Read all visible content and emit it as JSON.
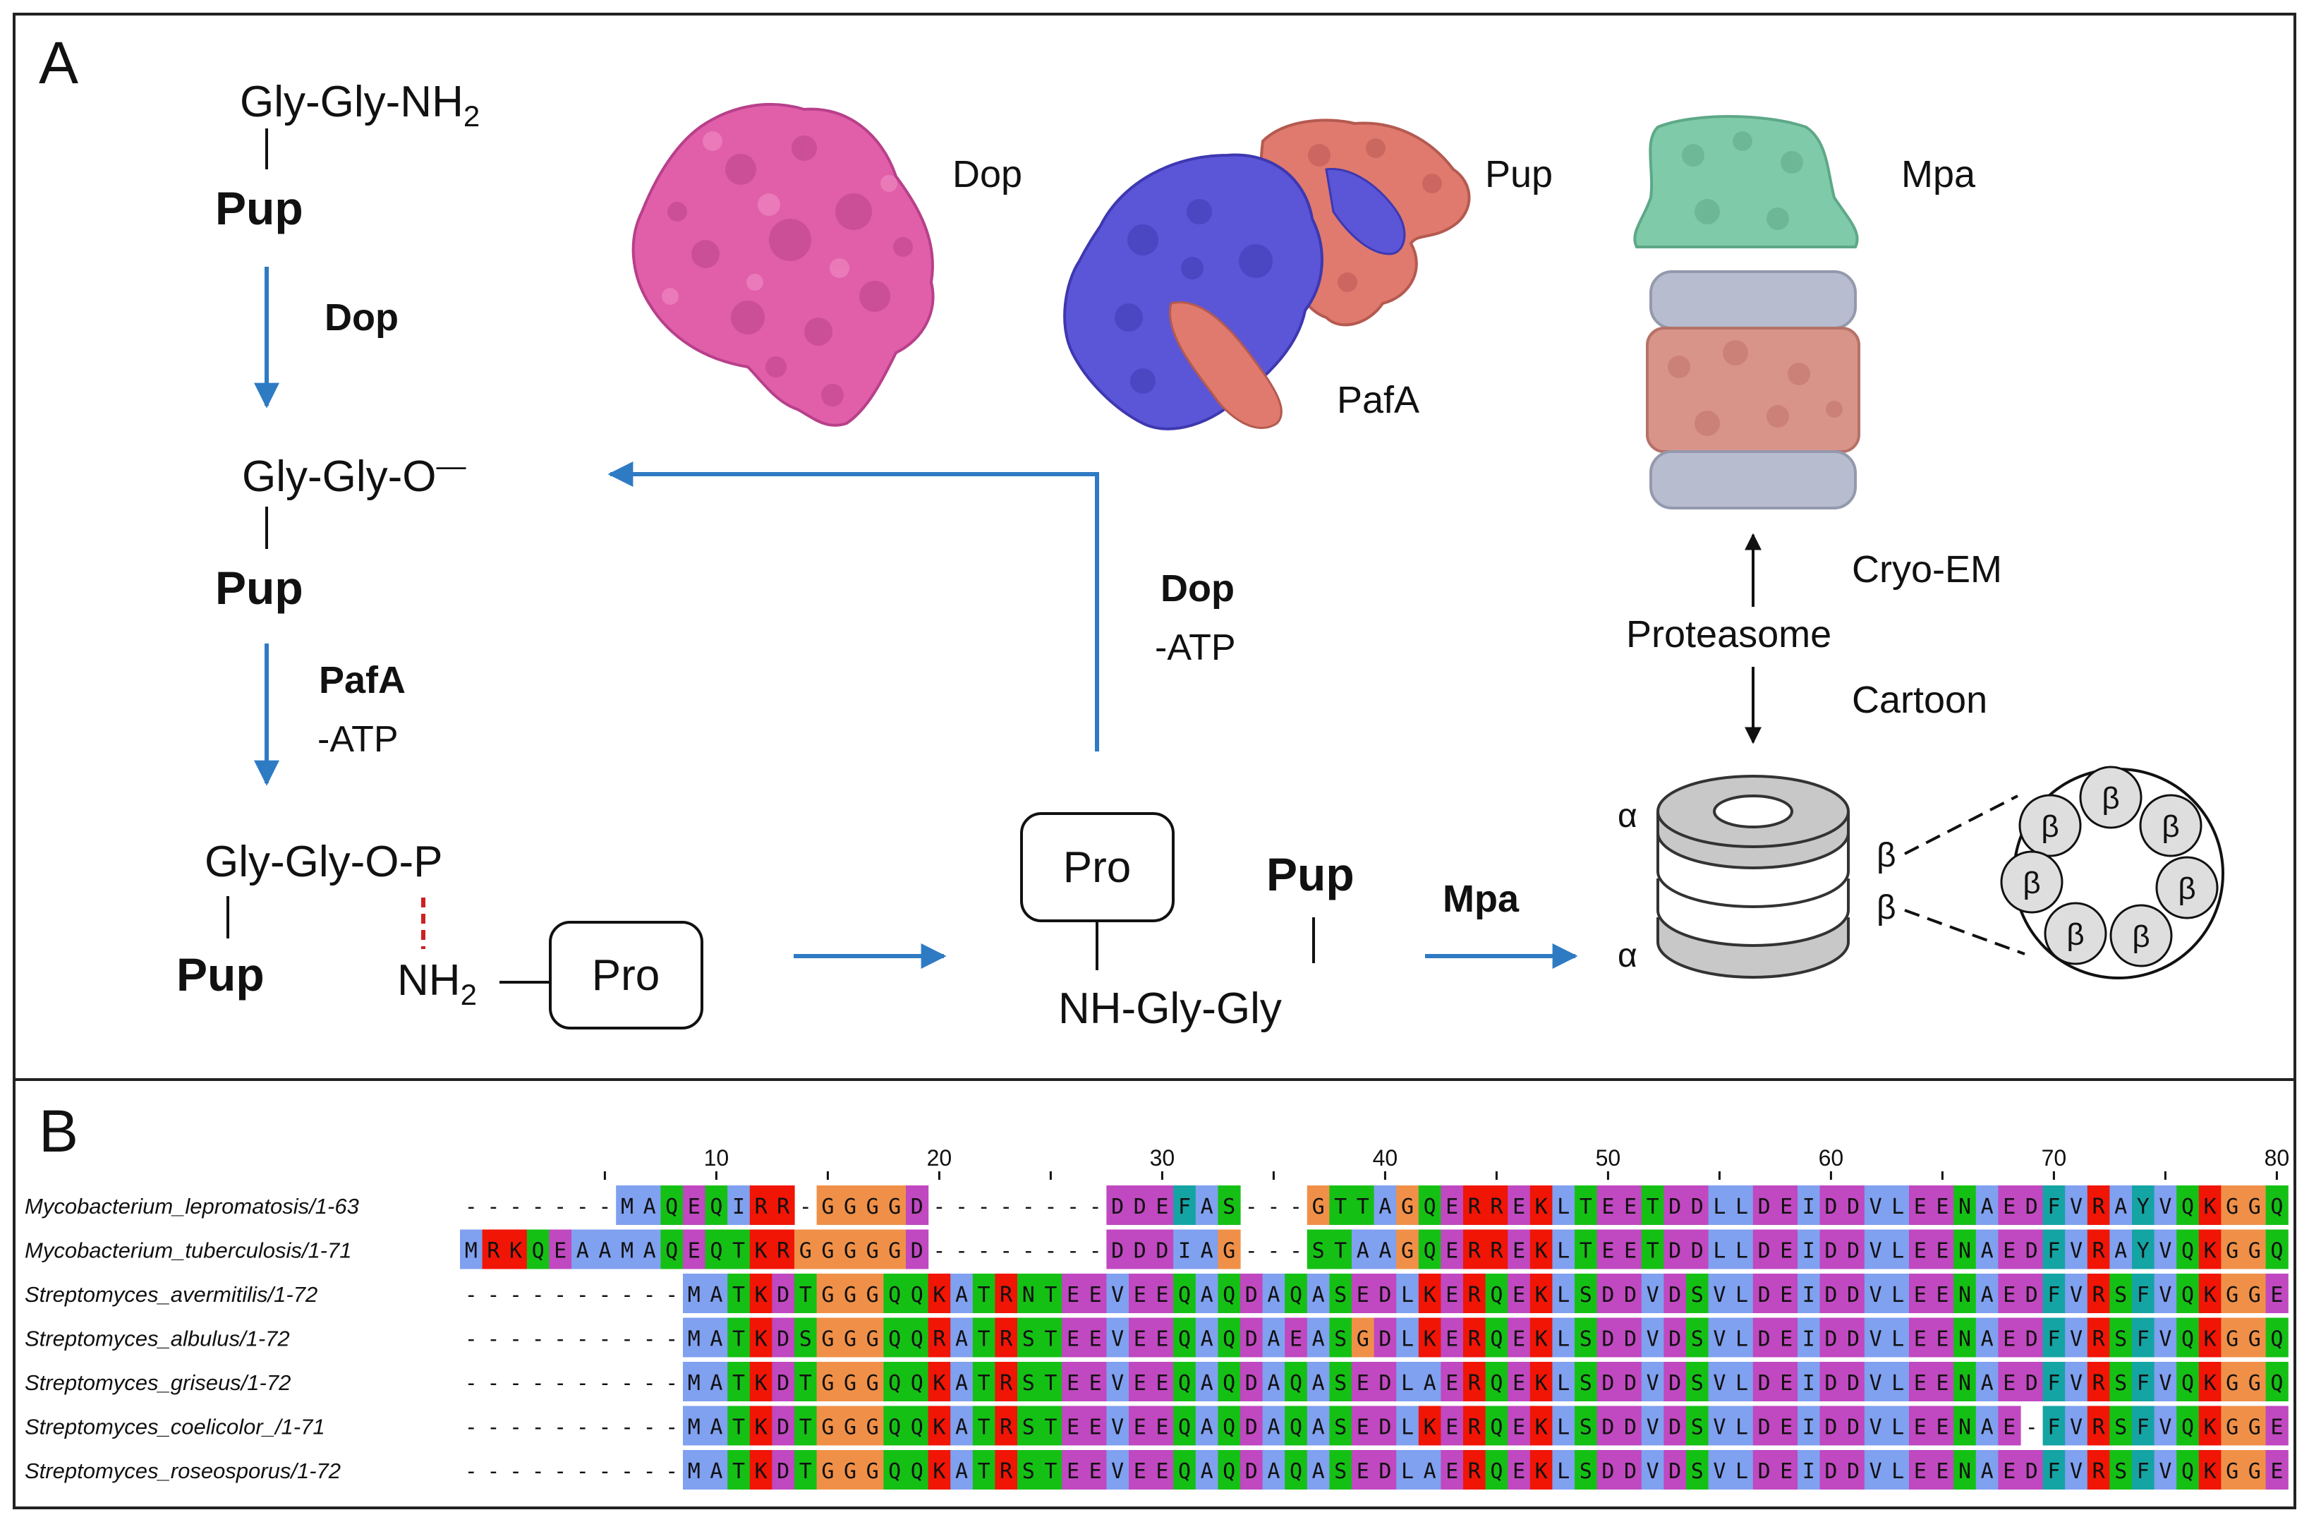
{
  "panel_a": {
    "label": "A",
    "chem": {
      "glygly_nh2": "Gly-Gly-NH",
      "glygly_nh2_sub": "2",
      "glygly_o": "Gly-Gly-O",
      "glygly_o_charge": "—",
      "glygly_op": "Gly-Gly-O-P",
      "nh2": "NH",
      "nh2_sub": "2",
      "nh_glygly": "NH-Gly-Gly"
    },
    "pup": "Pup",
    "pro": "Pro",
    "enzymes": {
      "dop": "Dop",
      "pafa": "PafA",
      "mpa": "Mpa",
      "atp": "-ATP"
    },
    "structures": {
      "dop": "Dop",
      "pup": "Pup",
      "pafa": "PafA",
      "mpa": "Mpa"
    },
    "proteasome": {
      "label": "Proteasome",
      "cryo": "Cryo-EM",
      "cartoon": "Cartoon",
      "alpha": "α",
      "beta": "β"
    },
    "colors": {
      "arrow": "#2e7bc4",
      "dop": "#e05fa8",
      "pafa": "#5b55d8",
      "pup": "#e07a6e",
      "mpa": "#7fcaa8",
      "ring": "#b7bccf",
      "core": "#d9948a",
      "ring_gray": "#c8c8c8",
      "red_dash": "#cc2222"
    }
  },
  "panel_b": {
    "label": "B",
    "ruler": [
      10,
      20,
      30,
      40,
      50,
      60,
      70,
      80
    ],
    "sequences": [
      {
        "name": "Mycobacterium_lepromatosis/1-63",
        "seq": "-------MAQEQIRR-GGGGD--------DDEFAS---GTTAGQERREKLTEETDDLLDEIDDVLEENAEDFVRAYVQKGGQ"
      },
      {
        "name": "Mycobacterium_tuberculosis/1-71",
        "seq": "MRKQEAAMAQEQTKRGGGGGD--------DDDIAG---STAAGQERREKLTEETDDLLDEIDDVLEENAEDFVRAYVQKGGQ"
      },
      {
        "name": "Streptomyces_avermitilis/1-72",
        "seq": "----------MATKDTGGGQQKATRNTEEVEEQAQDAQASEDLKERQEKLSDDVDSVLDEIDDVLEENAEDFVRSFVQKGGE"
      },
      {
        "name": "Streptomyces_albulus/1-72",
        "seq": "----------MATKDSGGGQQRATRSTEEVEEQAQDAEASGDLKERQEKLSDDVDSVLDEIDDVLEENAEDFVRSFVQKGGQ"
      },
      {
        "name": "Streptomyces_griseus/1-72",
        "seq": "----------MATKDTGGGQQKATRSTEEVEEQAQDAQASEDLAERQEKLSDDVDSVLDEIDDVLEENAEDFVRSFVQKGGQ"
      },
      {
        "name": "Streptomyces_coelicolor_/1-71",
        "seq": "----------MATKDTGGGQQKATRSTEEVEEQAQDAQASEDLKERQEKLSDDVDSVLDEIDDVLEENAE-FVRSFVQKGGE"
      },
      {
        "name": "Streptomyces_roseosporus/1-72",
        "seq": "----------MATKDTGGGQQKATRSTEEVEEQAQDAQASEDLAERQEKLSDDVDSVLDEIDDVLEENAEDFVRSFVQKGGE"
      }
    ],
    "colors": {
      "hydrophobic": "#80a0f0",
      "acidic": "#c048c0",
      "basic": "#f01505",
      "polar": "#15c015",
      "glycine": "#f09048",
      "aromatic": "#15a4a4",
      "gap": "#ffffff"
    }
  }
}
